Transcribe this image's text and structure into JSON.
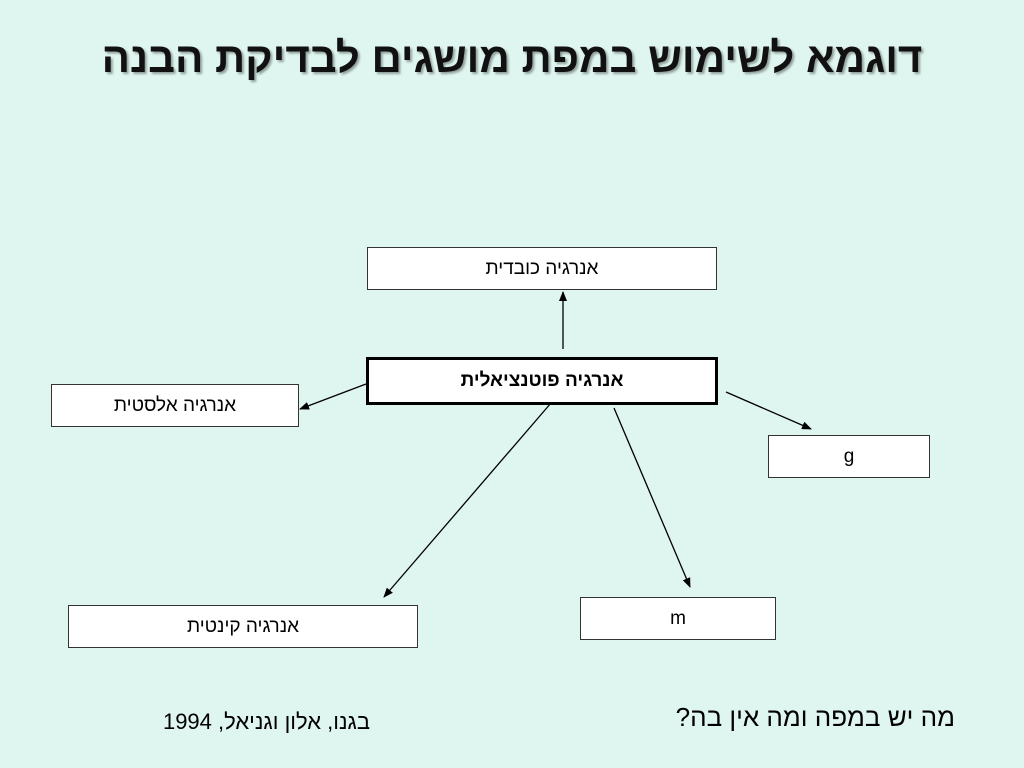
{
  "title": "דוגמא לשימוש במפת מושגים לבדיקת הבנה",
  "colors": {
    "background": "#dff5ef",
    "box_fill": "#ffffff",
    "line": "#000000"
  },
  "concept_map": {
    "center": "אנרגיה פוטנציאלית",
    "nodes": {
      "gravitational": "אנרגיה כובדית",
      "elastic": "אנרגיה אלסטית",
      "g": "g",
      "kinetic": "אנרגיה קינטית",
      "m": "m"
    },
    "edges": [
      {
        "from": "center",
        "to": "gravitational"
      },
      {
        "from": "center",
        "to": "elastic"
      },
      {
        "from": "center",
        "to": "g"
      },
      {
        "from": "center",
        "to": "kinetic"
      },
      {
        "from": "center",
        "to": "m"
      }
    ]
  },
  "question": "מה יש במפה ומה אין בה?",
  "citation": "בגנו, אלון וגניאל, 1994"
}
